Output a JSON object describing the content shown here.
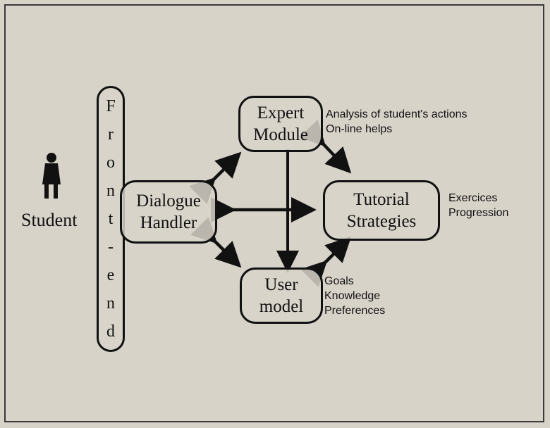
{
  "student_label": "Student",
  "front_end": {
    "letters": [
      "F",
      "r",
      "o",
      "n",
      "t",
      "-",
      "e",
      "n",
      "d"
    ]
  },
  "expert_module": {
    "line1": "Expert",
    "line2": "Module"
  },
  "dialogue_handler": {
    "line1": "Dialogue",
    "line2": "Handler"
  },
  "tutorial_strategies": {
    "line1": "Tutorial",
    "line2": "Strategies"
  },
  "user_model": {
    "line1": "User",
    "line2": "model"
  },
  "expert_notes": [
    "Analysis of student's actions",
    "On-line helps"
  ],
  "tutorial_notes": [
    "Exercices",
    "Progression"
  ],
  "user_notes": [
    "Goals",
    "Knowledge",
    "Preferences"
  ]
}
